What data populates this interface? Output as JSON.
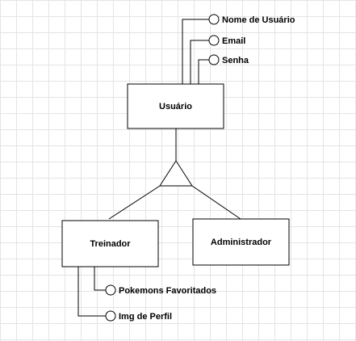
{
  "entities": {
    "usuario": "Usuário",
    "treinador": "Treinador",
    "administrador": "Administrador"
  },
  "attributes": {
    "usuario": [
      "Nome de Usuário",
      "Email",
      "Senha"
    ],
    "treinador": [
      "Pokemons Favoritados",
      "Img de Perfil"
    ]
  }
}
